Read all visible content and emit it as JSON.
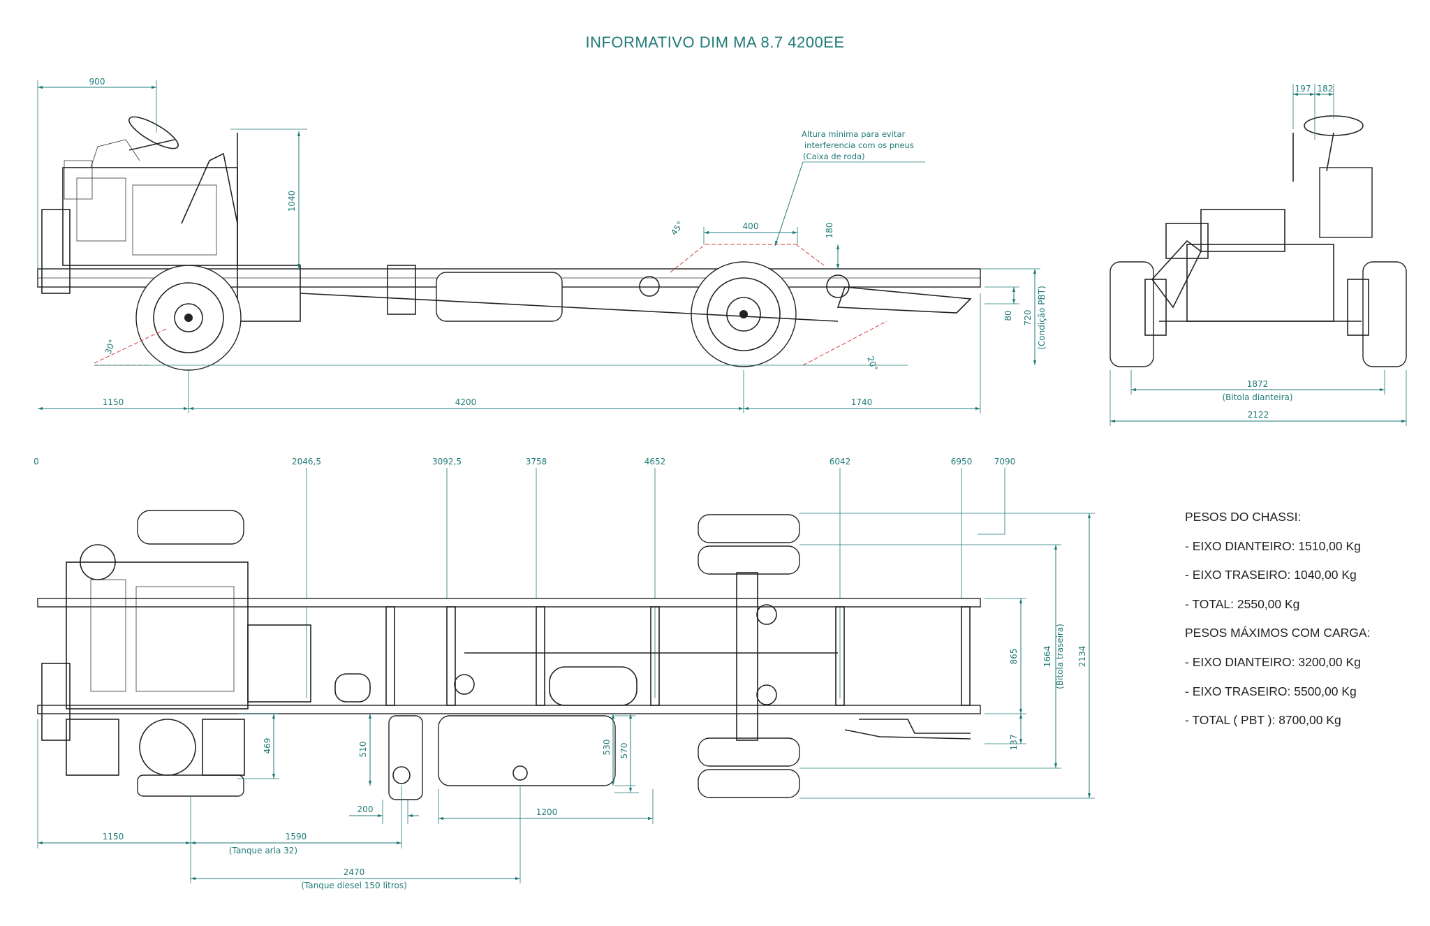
{
  "title": "INFORMATIVO DIM MA 8.7 4200EE",
  "side_view": {
    "dims": {
      "front_overhang_top": "900",
      "frame_height": "1040",
      "clearance_width": "400",
      "clearance_height": "180",
      "approach_angle": "30°",
      "departure_angle": "20°",
      "ramp_angle": "45°",
      "rear_step": "80",
      "pbt_height": "720",
      "pbt_note": "(Condição PBT)",
      "front_overhang": "1150",
      "wheelbase": "4200",
      "rear_overhang": "1740"
    },
    "note_lines": [
      "Altura mínima para evitar",
      "interferencia com os pneus",
      "(Caixa de roda)"
    ]
  },
  "front_view": {
    "dims": {
      "offset_left": "197",
      "offset_right": "182",
      "track_front": "1872",
      "track_front_note": "(Bitola dianteira)",
      "overall_width": "2122"
    }
  },
  "top_view": {
    "stations": [
      "0",
      "2046,5",
      "3092,5",
      "3758",
      "4652",
      "6042",
      "6950",
      "7090"
    ],
    "dims": {
      "d469": "469",
      "d510": "510",
      "d530": "530",
      "d570": "570",
      "d200": "200",
      "d1200": "1200",
      "d865": "865",
      "d1664": "1664",
      "d1664_note": "(Bitola traseira)",
      "d2134": "2134",
      "d137": "137",
      "front_overhang": "1150",
      "arla": "1590",
      "arla_note": "(Tanque arla 32)",
      "diesel": "2470",
      "diesel_note": "(Tanque diesel 150 litros)"
    }
  },
  "weights": {
    "chassis_heading": "PESOS DO CHASSI:",
    "chassis_front": "- EIXO DIANTEIRO: 1510,00 Kg",
    "chassis_rear": "- EIXO TRASEIRO: 1040,00 Kg",
    "chassis_total": "- TOTAL: 2550,00 Kg",
    "max_heading": "PESOS MÁXIMOS COM CARGA:",
    "max_front": "- EIXO DIANTEIRO: 3200,00 Kg",
    "max_rear": "- EIXO TRASEIRO: 5500,00 Kg",
    "max_total": "- TOTAL ( PBT ): 8700,00 Kg"
  },
  "colors": {
    "dimension": "#1f7a78",
    "drawing": "#222222",
    "angle_lines": "#d43b3b"
  }
}
